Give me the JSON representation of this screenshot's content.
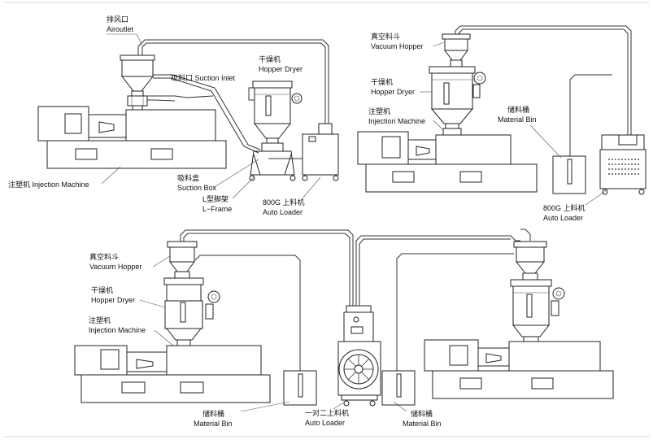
{
  "diagram_1": {
    "airoutlet_cn": "排风口",
    "airoutlet_en": "Airoutlet",
    "suction_inlet": "吸料口 Suction Inlet",
    "hopper_dryer_cn": "干燥机",
    "hopper_dryer_en": "Hopper Dryer",
    "injection_machine": "注塑机 Injection Machine",
    "suction_box_cn": "吸料盒",
    "suction_box_en": "Suction Box",
    "l_frame_cn": "L型脚架",
    "l_frame_en": "L−Frame",
    "auto_loader_cn": "800G 上料机",
    "auto_loader_en": "Auto Loader"
  },
  "diagram_2": {
    "vacuum_hopper_cn": "真空料斗",
    "vacuum_hopper_en": "Vacuum Hopper",
    "hopper_dryer_cn": "干燥机",
    "hopper_dryer_en": "Hopper Dryer",
    "injection_machine_cn": "注塑机",
    "injection_machine_en": "Injection Machine",
    "material_bin_cn": "储料桶",
    "material_bin_en": "Material Bin",
    "auto_loader_cn": "800G 上料机",
    "auto_loader_en": "Auto Loader"
  },
  "diagram_3": {
    "vacuum_hopper_cn": "真空料斗",
    "vacuum_hopper_en": "Vacuum Hopper",
    "hopper_dryer_cn": "干燥机",
    "hopper_dryer_en": "Hopper Dryer",
    "injection_machine_cn": "注塑机",
    "injection_machine_en": "Injection Machine",
    "material_bin_left_cn": "储料桶",
    "material_bin_left_en": "Material Bin",
    "auto_loader_cn": "一对二上料机",
    "auto_loader_en": "Auto Loader",
    "material_bin_right_cn": "储料桶",
    "material_bin_right_en": "Material Bin"
  }
}
